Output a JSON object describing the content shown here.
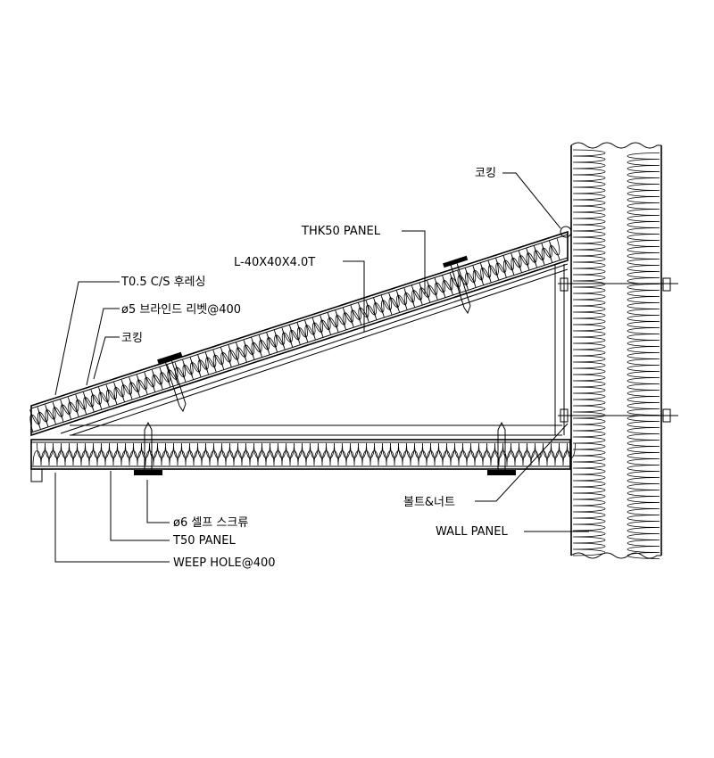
{
  "labels": {
    "caulking_top": "코킹",
    "thk50_panel": "THK50 PANEL",
    "angle": "L-40X40X4.0T",
    "flashing": "T0.5 C/S 후레싱",
    "blind_rivet": "ø5 브라인드 리벳@400",
    "caulking_left": "코킹",
    "self_screw": "ø6 셀프 스크류",
    "t50_panel": "T50 PANEL",
    "weep_hole": "WEEP HOLE@400",
    "bolt_nut": "볼트&너트",
    "wall_panel": "WALL PANEL"
  }
}
